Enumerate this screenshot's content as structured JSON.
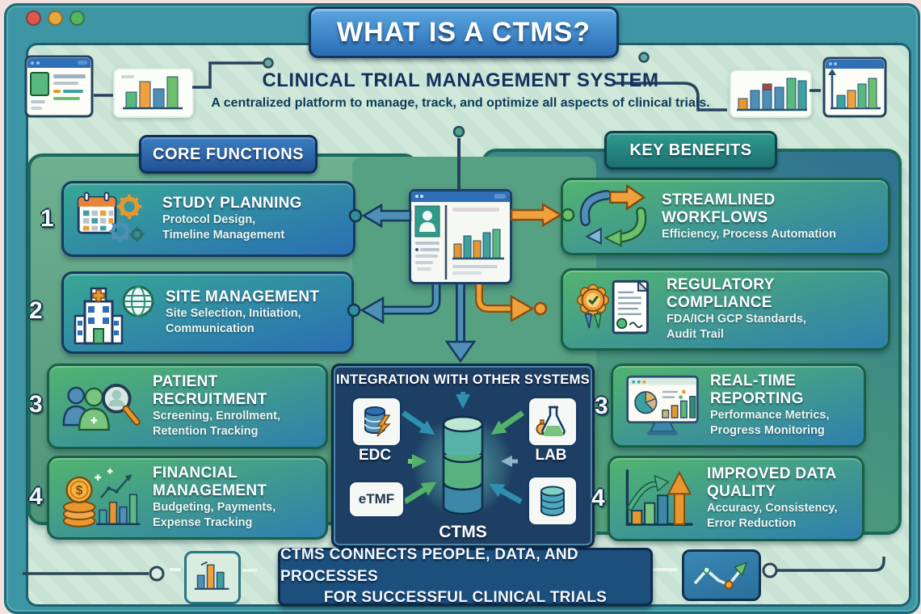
{
  "frame": {
    "controls": [
      "close",
      "minimize",
      "maximize"
    ]
  },
  "header": {
    "title": "WHAT IS A CTMS?",
    "subtitle": "CLINICAL TRIAL MANAGEMENT SYSTEM",
    "description": "A centralized platform to manage, track, and optimize all aspects of clinical trials."
  },
  "core_functions": {
    "heading": "CORE FUNCTIONS",
    "items": [
      {
        "num": "1",
        "title": "STUDY PLANNING",
        "lines": [
          "Protocol Design,",
          "Timeline Management"
        ],
        "icon": "calendar-gears-icon"
      },
      {
        "num": "2",
        "title": "SITE MANAGEMENT",
        "lines": [
          "Site Selection, Initiation,",
          "Communication"
        ],
        "icon": "hospital-globe-icon"
      },
      {
        "num": "3",
        "title": "PATIENT RECRUITMENT",
        "lines": [
          "Screening, Enrollment,",
          "Retention Tracking"
        ],
        "icon": "patients-magnifier-icon"
      },
      {
        "num": "4",
        "title": "FINANCIAL MANAGEMENT",
        "lines": [
          "Budgeting, Payments,",
          "Expense Tracking"
        ],
        "icon": "coins-chart-icon"
      }
    ]
  },
  "key_benefits": {
    "heading": "KEY BENEFITS",
    "items": [
      {
        "num": "",
        "title": "STREAMLINED WORKFLOWS",
        "lines": [
          "Efficiency, Process Automation",
          ""
        ],
        "icon": "cycle-arrows-icon"
      },
      {
        "num": "",
        "title": "REGULATORY COMPLIANCE",
        "lines": [
          "FDA/ICH GCP Standards,",
          "Audit Trail"
        ],
        "icon": "badge-document-icon"
      },
      {
        "num": "3",
        "title": "REAL-TIME REPORTING",
        "lines": [
          "Performance Metrics,",
          "Progress Monitoring"
        ],
        "icon": "dashboard-monitor-icon"
      },
      {
        "num": "4",
        "title": "IMPROVED DATA QUALITY",
        "lines": [
          "Accuracy, Consistency,",
          "Error Reduction"
        ],
        "icon": "growth-chart-icon"
      }
    ]
  },
  "integration": {
    "heading": "INTEGRATION WITH OTHER SYSTEMS",
    "center_label": "CTMS",
    "nodes": [
      {
        "label": "EDC"
      },
      {
        "label": "LAB"
      },
      {
        "label": "eTMF"
      },
      {
        "label": ""
      }
    ]
  },
  "footer": {
    "line1": "CTMS CONNECTS PEOPLE, DATA, AND PROCESSES",
    "line2": "FOR SUCCESSFUL CLINICAL TRIALS"
  },
  "palette": {
    "frame_teal": "#3e95a4",
    "content_mint": "#cfe8da",
    "title_blue": "#2f79c0",
    "card_teal_blue": "#2a6fb4",
    "card_green": "#52b46f",
    "accent_orange": "#f0a13c",
    "navy": "#16395f",
    "panel_green": "#57a183",
    "integration_navy": "#1d3f63",
    "banner_blue": "#1c4f7c",
    "traffic_red": "#e2574c",
    "traffic_yellow": "#e9a83c",
    "traffic_green": "#57b55f"
  }
}
